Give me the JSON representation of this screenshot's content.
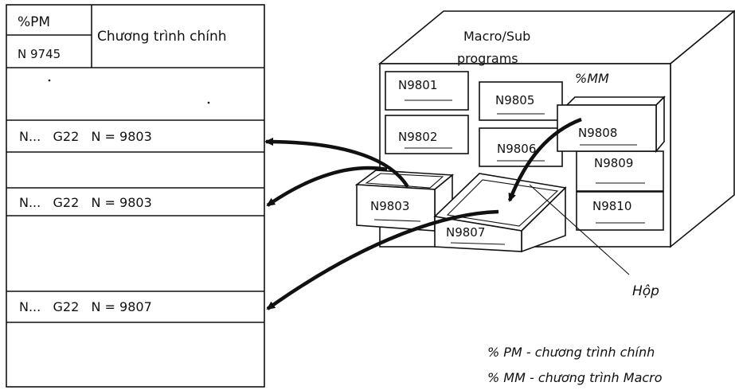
{
  "main_program": {
    "header_code": "%PM",
    "program_number": "N 9745",
    "title": "Chương trình chính",
    "rows": [
      {
        "text": "N...   G22   N = 9803"
      },
      {
        "text": "N...   G22   N = 9803"
      },
      {
        "text": "N...   G22   N = 9807"
      }
    ]
  },
  "cabinet": {
    "title_line1": "Macro/Sub",
    "title_line2": "programs",
    "open_label": "%MM",
    "drawers": [
      {
        "label": "N9801"
      },
      {
        "label": "N9805"
      },
      {
        "label": "N9808"
      },
      {
        "label": "N9802"
      },
      {
        "label": "N9806"
      },
      {
        "label": "N9809"
      },
      {
        "label": "N9810"
      }
    ],
    "pulled_drawers": [
      {
        "label": "N9803"
      },
      {
        "label": "N9807"
      }
    ],
    "box_label": "Hộp"
  },
  "legend": {
    "line1": "% PM - chương trình chính",
    "line2": "% MM - chương trình Macro"
  }
}
